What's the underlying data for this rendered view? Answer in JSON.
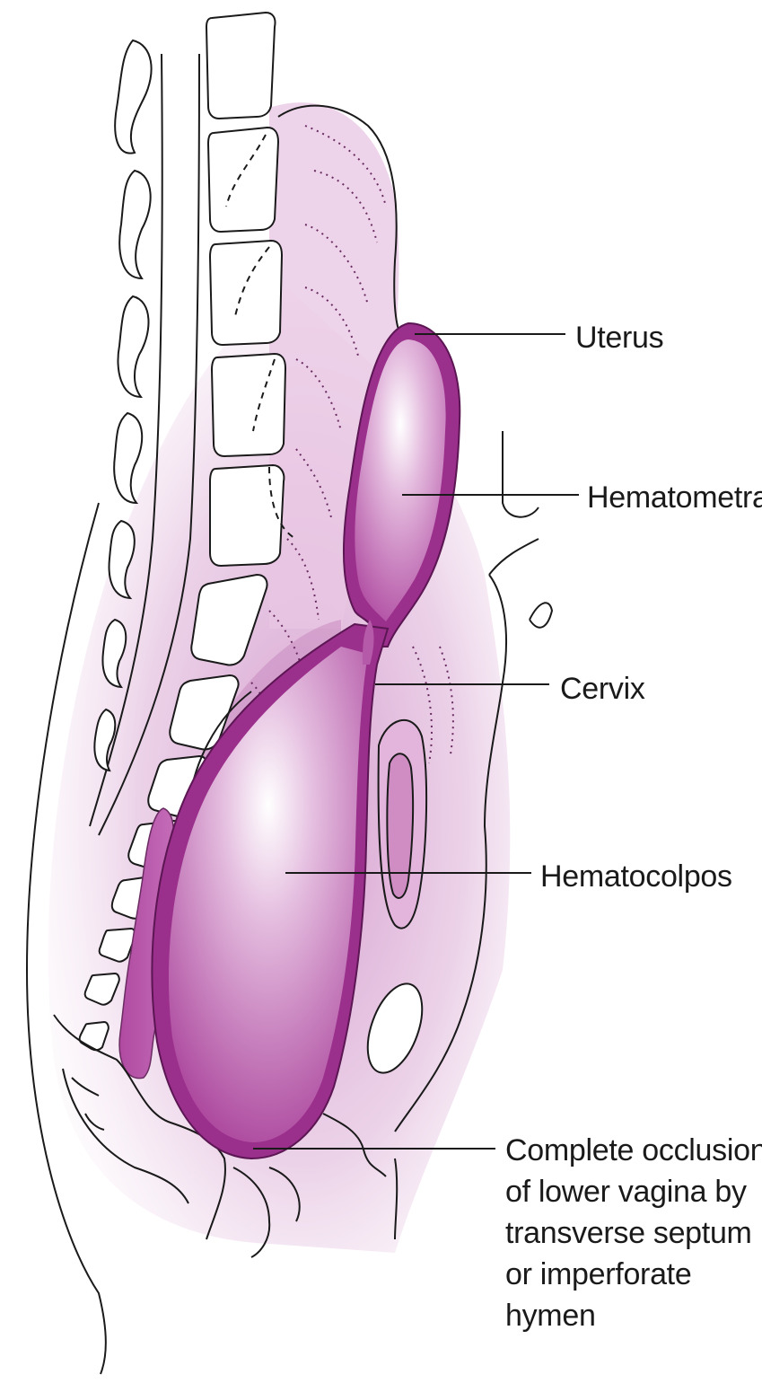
{
  "diagram": {
    "colors": {
      "tissue_light": "#f1dcee",
      "tissue_mid": "#d9a8d1",
      "tissue_dark": "#b55aa8",
      "wall": "#9b2f8c",
      "outline": "#1a1a1a",
      "bone": "#ffffff"
    },
    "labels": {
      "uterus": "Uterus",
      "hematometra": "Hematometra",
      "cervix": "Cervix",
      "hematocolpos": "Hematocolpos",
      "occlusion": [
        "Complete occlusion",
        "of lower vagina by",
        "transverse septum",
        "or imperforate",
        "hymen"
      ]
    }
  }
}
